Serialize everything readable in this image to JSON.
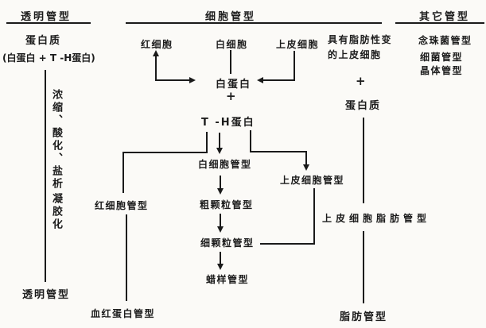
{
  "headers": {
    "hyaline": "透明管型",
    "cellular": "细胞管型",
    "other": "其它管型"
  },
  "left_column": {
    "protein": "蛋白质",
    "composition": "(白蛋白 + T -H蛋白)",
    "process_steps": "浓缩、酸化、盐析",
    "gelation": "凝胶化",
    "hyaline_cast": "透明管型"
  },
  "cell_row": {
    "rbc": "红细胞",
    "wbc": "白细胞",
    "epithelial": "上皮细胞"
  },
  "center_flow": {
    "albumin": "白蛋白",
    "plus": "+",
    "th_protein": "T -H蛋白",
    "wbc_cast": "白细胞管型",
    "rbc_cast": "红细胞管型",
    "epithelial_cast": "上皮细胞管型",
    "coarse_granular_cast": "粗颗粒管型",
    "fine_granular_cast": "细颗粒管型",
    "waxy_cast": "蜡样管型",
    "hemoglobin_cast": "血红蛋白管型"
  },
  "right_flow": {
    "fatty_epithelial_line1": "具有脂肪性变",
    "fatty_epithelial_line2": "的上皮细胞",
    "plus": "+",
    "protein": "蛋白质",
    "epithelial_fatty_cast": "上皮细胞脂肪管型",
    "fatty_cast": "脂肪管型"
  },
  "other_casts": {
    "candida_cast": "念珠菌管型",
    "bacteria_cast": "细菌管型",
    "crystal_cast": "晶体管型"
  },
  "colors": {
    "ink": "#1a1a1a",
    "paper": "#fbfaf7"
  }
}
